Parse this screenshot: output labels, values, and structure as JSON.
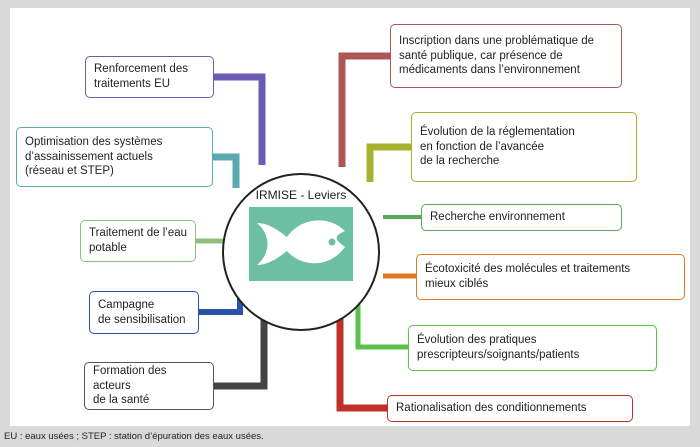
{
  "center": {
    "title": "IRMISE - Leviers",
    "colors": {
      "fish_background": "#6dbfa3",
      "fish_body": "#ffffff"
    }
  },
  "left_items": [
    {
      "label": "Renforcement des\ntraitements EU",
      "color": "#6b5bb5"
    },
    {
      "label": "Optimisation des systèmes\nd’assainissement actuels\n(réseau et STEP)",
      "color": "#5aa9b0"
    },
    {
      "label": "Traitement de l’eau\npotable",
      "color": "#8fbf7a"
    },
    {
      "label": "Campagne\nde sensibilisation",
      "color": "#2a52a8"
    },
    {
      "label": "Formation des acteurs\nde la santé",
      "color": "#444444"
    }
  ],
  "right_items": [
    {
      "label": "Inscription dans une problématique de\nsanté publique, car présence de\nmédicaments dans l’environnement",
      "color": "#b05555"
    },
    {
      "label": "Évolution de la réglementation\nen  fonction de l’avancée\nde la recherche",
      "color": "#a8b030"
    },
    {
      "label": "Recherche environnement",
      "color": "#5aa95a"
    },
    {
      "label": "Écotoxicité des molécules et traitements\nmieux ciblés",
      "color": "#e07a20"
    },
    {
      "label": "Évolution des pratiques\nprescripteurs/soignants/patients",
      "color": "#5bc04a"
    },
    {
      "label": "Rationalisation des conditionnements",
      "color": "#c0302a"
    }
  ],
  "footnote": "EU : eaux usées ; STEP : station d’épuration des eaux usées."
}
